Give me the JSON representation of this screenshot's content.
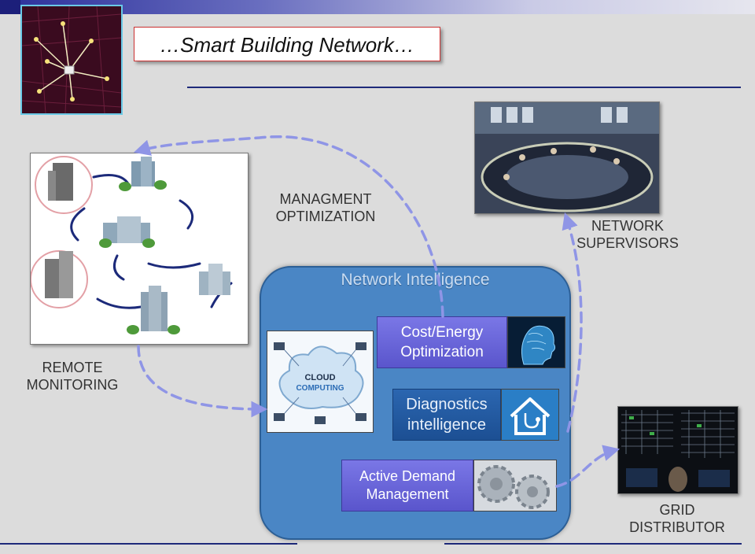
{
  "slide": {
    "title": "…Smart Building Network…",
    "labels": {
      "management": "MANAGMENT\nOPTIMIZATION",
      "supervisors": "NETWORK\nSUPERVISORS",
      "remote": "REMOTE\nMONITORING",
      "grid": "GRID\nDISTRIBUTOR"
    },
    "network_intelligence": {
      "title": "Network Intelligence",
      "cost": "Cost/Energy\nOptimization",
      "diagnostics": "Diagnostics\nintelligence",
      "demand": "Active Demand\nManagement",
      "cloud_line1": "CLOUD",
      "cloud_line2": "COMPUTING"
    },
    "colors": {
      "panel": "#4a86c5",
      "purple": "#6a66dd",
      "arrow": "#8f95e6",
      "rule": "#1e2a7a"
    },
    "icons": [
      "network-map-icon",
      "brain-icon",
      "house-stethoscope-icon",
      "gears-icon",
      "cloud-icon"
    ]
  }
}
